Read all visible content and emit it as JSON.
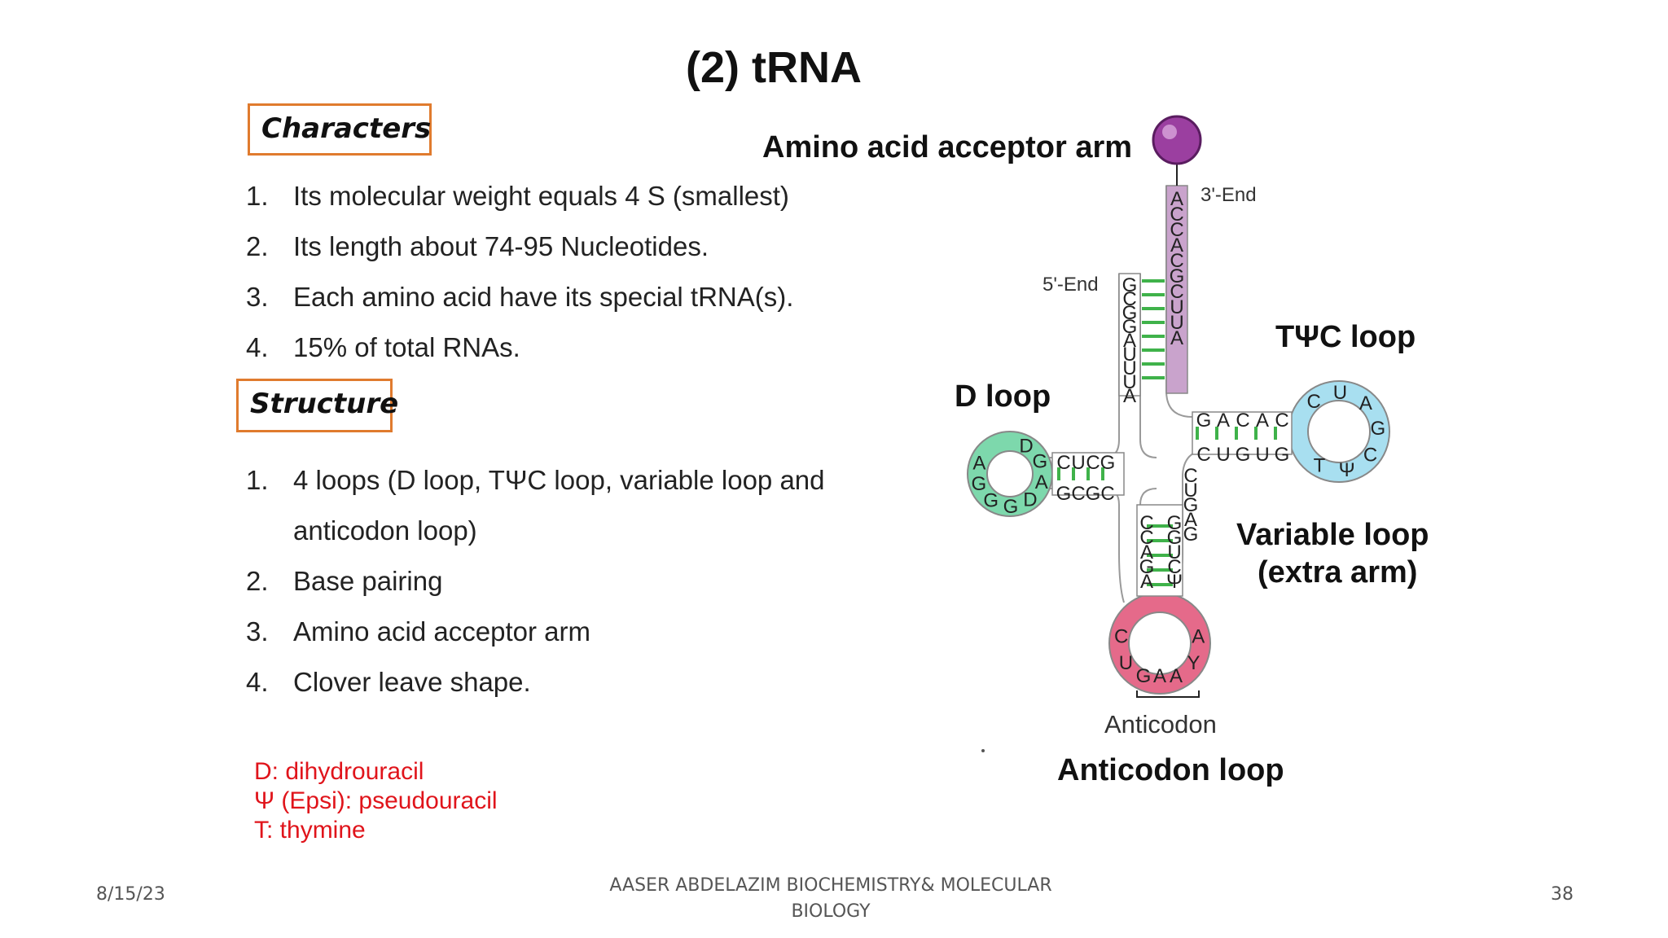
{
  "title": "(2) tRNA",
  "characters": {
    "heading": "Characters",
    "items": [
      {
        "num": "1.",
        "text": "Its molecular weight equals 4 S (smallest)"
      },
      {
        "num": "2.",
        "text": "Its length about 74-95 Nucleotides."
      },
      {
        "num": "3.",
        "text": "Each amino acid have its special tRNA(s)."
      },
      {
        "num": "4.",
        "text": "15% of total RNAs."
      }
    ]
  },
  "structure": {
    "heading": "Structure",
    "items": [
      {
        "num": "1.",
        "line1": "4 loops (D loop, TΨC loop, variable loop and",
        "line2": "anticodon loop)"
      },
      {
        "num": "2.",
        "text": "Base pairing"
      },
      {
        "num": "3.",
        "text": "Amino acid acceptor arm"
      },
      {
        "num": "4.",
        "text": "Clover leave shape."
      }
    ]
  },
  "legend": [
    "D: dihydrouracil",
    "Ψ (Epsi): pseudouracil",
    "T: thymine"
  ],
  "diagram": {
    "labels": {
      "acceptor": "Amino acid acceptor arm",
      "tpsic": "TΨC loop",
      "dloop": "D loop",
      "variable_1": "Variable loop",
      "variable_2": "(extra arm)",
      "anticodon_loop": "Anticodon loop",
      "anticodon": "Anticodon",
      "end3": "3'-End",
      "end5": "5'-End"
    },
    "colors": {
      "acceptor_arm": "#c9a3cc",
      "amino_ball": "#9b3fa0",
      "d_loop": "#7dd8ac",
      "t_loop": "#a8dff0",
      "anticodon_loop": "#e56a8a",
      "base_pair": "#3fb24a"
    },
    "acceptor_3_strand": "ACCACGCUUA",
    "acceptor_5_strand": "GCGGAUUUA",
    "d_stem_top": "CUCG",
    "d_stem_bottom": "GCGC",
    "d_loop_bases": "DGADGGGA",
    "t_stem_top": "GACAC",
    "t_stem_bottom": "CUGUG",
    "t_loop_bases": "CUAGCΨT",
    "variable_bases": "CUGAG",
    "anticodon_stem_left": "CCAGA",
    "anticodon_stem_right": "GGUCΨ",
    "anticodon_loop_left": "CU",
    "anticodon_loop_right": "AY",
    "anticodon_bases": "GAA"
  },
  "footer": {
    "date": "8/15/23",
    "center_line1": "AASER ABDELAZIM  BIOCHEMISTRY& MOLECULAR",
    "center_line2": "BIOLOGY",
    "page": "38"
  }
}
